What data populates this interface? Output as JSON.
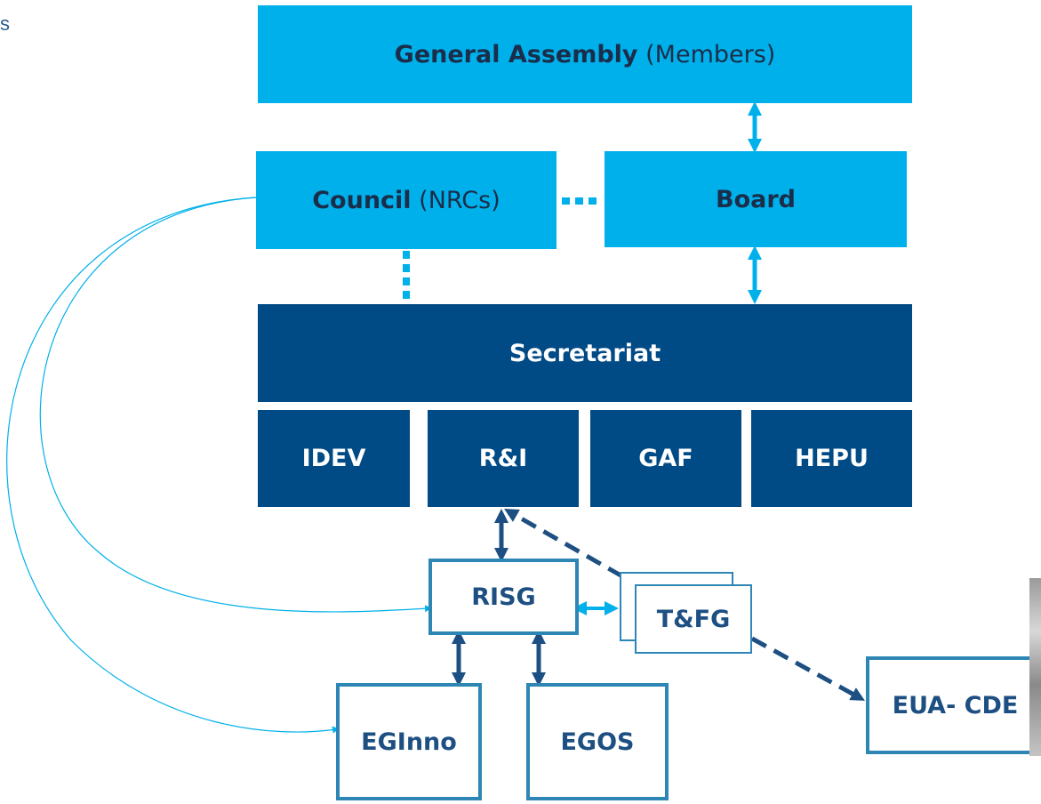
{
  "corner_label": "s",
  "general_assembly": {
    "title": "General Assembly",
    "subtitle": "(Members)"
  },
  "council": {
    "title": "Council",
    "subtitle": "(NRCs)"
  },
  "board": {
    "title": "Board"
  },
  "secretariat": {
    "title": "Secretariat"
  },
  "units": [
    "IDEV",
    "R&I",
    "GAF",
    "HEPU"
  ],
  "risg": {
    "title": "RISG"
  },
  "tfg": {
    "title": "T&FG"
  },
  "eginno": {
    "title": "EGInno"
  },
  "egos": {
    "title": "EGOS"
  },
  "eua_cde": {
    "title": "EUA- CDE"
  },
  "colors": {
    "light_blue": "#00b0ea",
    "dark_blue": "#004a86",
    "outline": "#2e86b5",
    "outline_text": "#1d4f82",
    "dark_text": "#1a2d4a"
  }
}
